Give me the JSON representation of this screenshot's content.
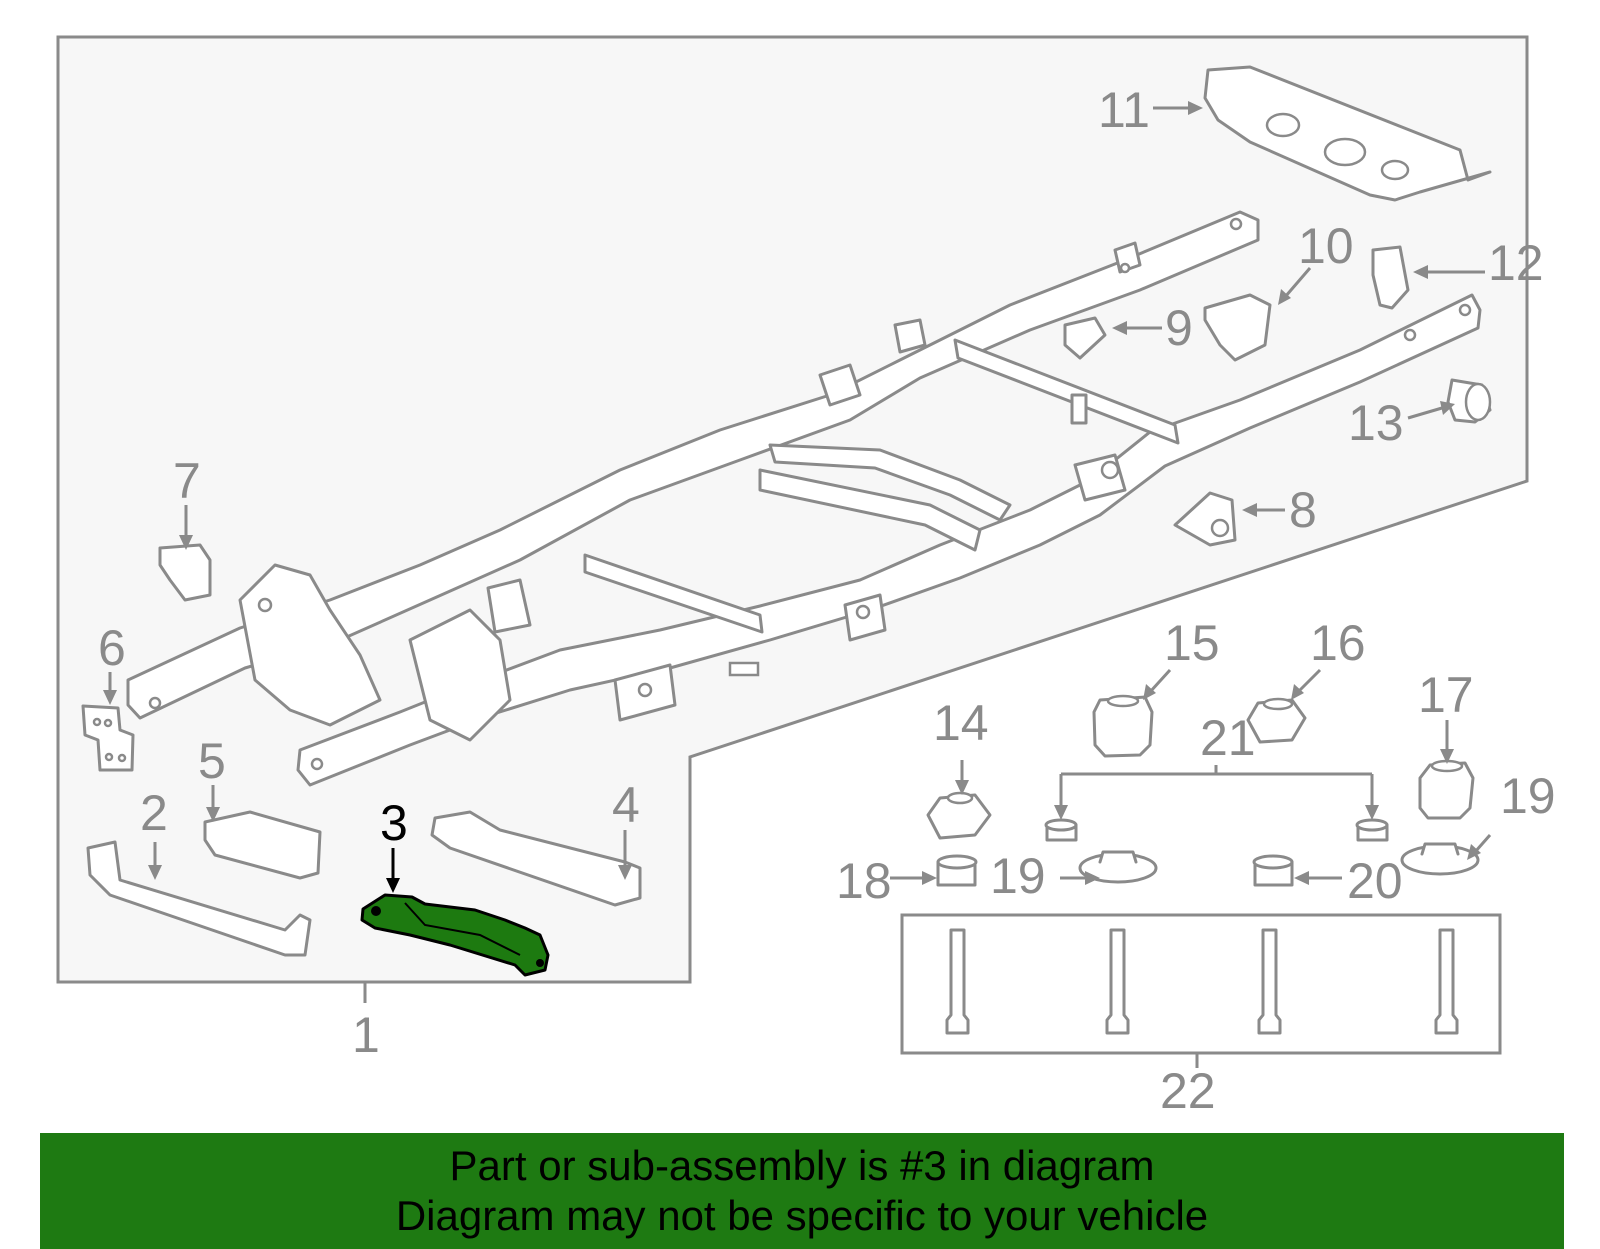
{
  "diagram": {
    "callouts": {
      "c1": "1",
      "c2": "2",
      "c3": "3",
      "c4": "4",
      "c5": "5",
      "c6": "6",
      "c7": "7",
      "c8": "8",
      "c9": "9",
      "c10": "10",
      "c11": "11",
      "c12": "12",
      "c13": "13",
      "c14": "14",
      "c15": "15",
      "c16": "16",
      "c17": "17",
      "c18": "18",
      "c19a": "19",
      "c19b": "19",
      "c20": "20",
      "c21": "21",
      "c22": "22"
    },
    "highlighted_part": "3",
    "colors": {
      "line_art": "#8a8a8a",
      "highlight": "#1d7a10",
      "banner": "#1e7a12",
      "frame_fill": "#f7f7f7"
    }
  },
  "banner": {
    "line1": "Part or sub-assembly is #3 in diagram",
    "line2": "Diagram may not be specific to your vehicle"
  }
}
